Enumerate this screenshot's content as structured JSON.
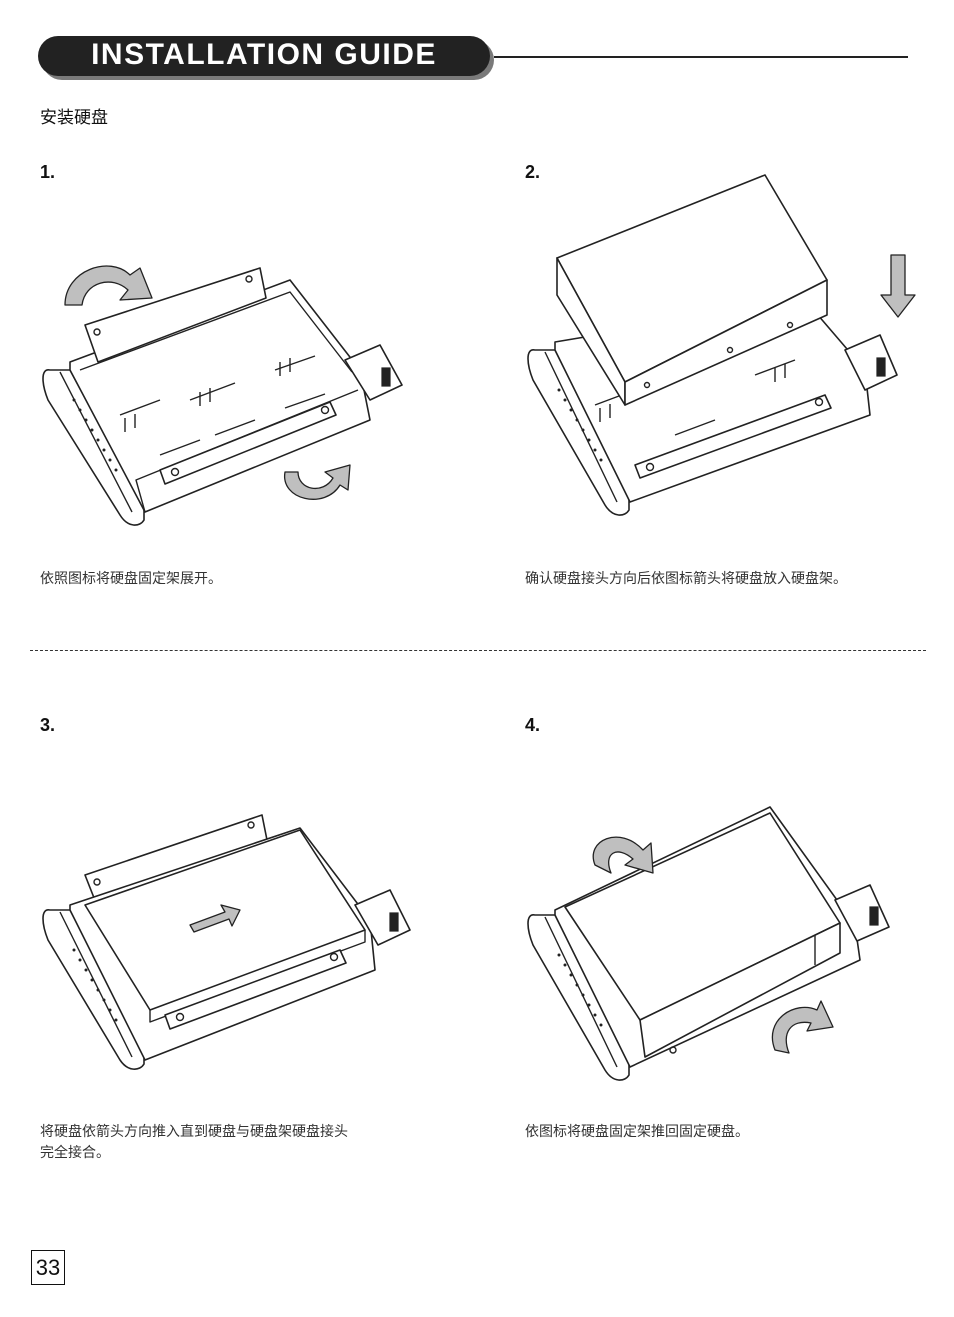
{
  "header": {
    "title": "INSTALLATION GUIDE"
  },
  "subtitle": "安装硬盘",
  "steps": [
    {
      "number": "1.",
      "caption": "依照图标将硬盘固定架展开。"
    },
    {
      "number": "2.",
      "caption": "确认硬盘接头方向后依图标箭头将硬盘放入硬盘架。"
    },
    {
      "number": "3.",
      "caption_line1": "将硬盘依箭头方向推入直到硬盘与硬盘架硬盘接头",
      "caption_line2": "完全接合。"
    },
    {
      "number": "4.",
      "caption": "依图标将硬盘固定架推回固定硬盘。"
    }
  ],
  "page_number": "33",
  "colors": {
    "ink": "#222222",
    "arrow_fill": "#bfbfbf",
    "header_shadow": "#7a7a7a"
  }
}
